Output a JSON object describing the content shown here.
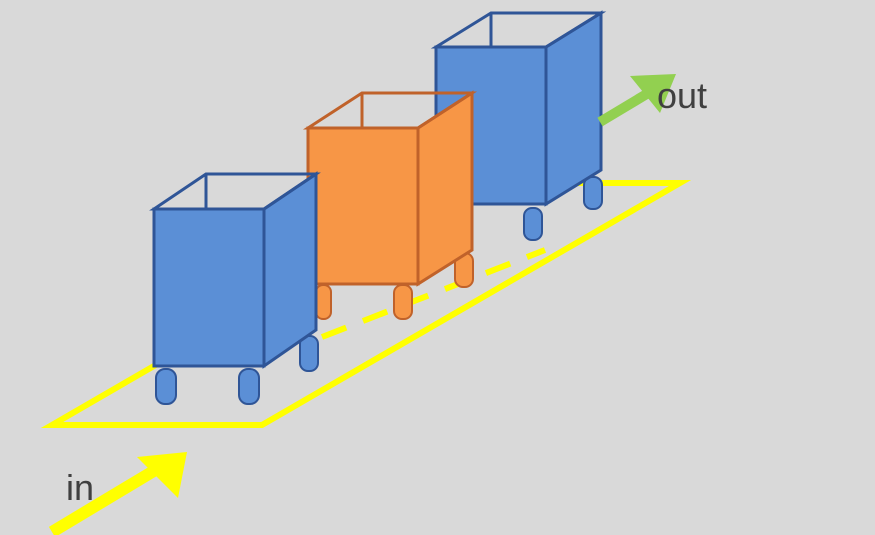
{
  "diagram": {
    "labels": {
      "in": "in",
      "out": "out"
    },
    "colors": {
      "background": "#d9d9d9",
      "track": "#ffff00",
      "arrow_in": "#ffff00",
      "arrow_out": "#92d050",
      "cart_blue_fill": "#5b8fd6",
      "cart_blue_stroke": "#2f5597",
      "cart_orange_fill": "#f79646",
      "cart_orange_stroke": "#c0622a",
      "label_text": "#404040"
    },
    "carts": [
      {
        "name": "cart-front",
        "color": "blue"
      },
      {
        "name": "cart-middle",
        "color": "orange"
      },
      {
        "name": "cart-back",
        "color": "blue"
      }
    ]
  }
}
